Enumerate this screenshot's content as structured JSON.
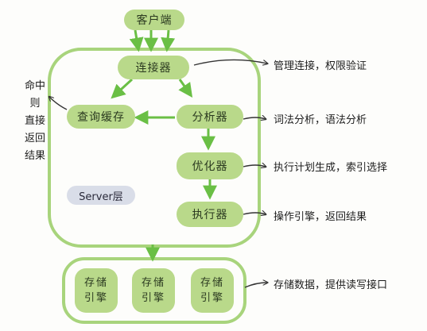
{
  "nodes": {
    "client": "客户端",
    "connector": "连接器",
    "cache": "查询缓存",
    "analyzer": "分析器",
    "optimizer": "优化器",
    "executor": "执行器",
    "engines": [
      "存储引擎",
      "存储引擎",
      "存储引擎"
    ],
    "server_layer": "Server层"
  },
  "notes": {
    "connector": "管理连接，权限验证",
    "analyzer": "词法分析，语法分析",
    "optimizer": "执行计划生成，索引选择",
    "executor": "操作引擎，返回结果",
    "engine": "存储数据，提供读写接口",
    "cache_hit_lines": [
      "命中",
      "则",
      "直接",
      "返回",
      "结果"
    ]
  },
  "colors": {
    "box_fill": "#b9d98a",
    "arrow": "#6abf45",
    "container_stroke": "#a8d47c",
    "server_label_fill": "#d9dde8"
  }
}
